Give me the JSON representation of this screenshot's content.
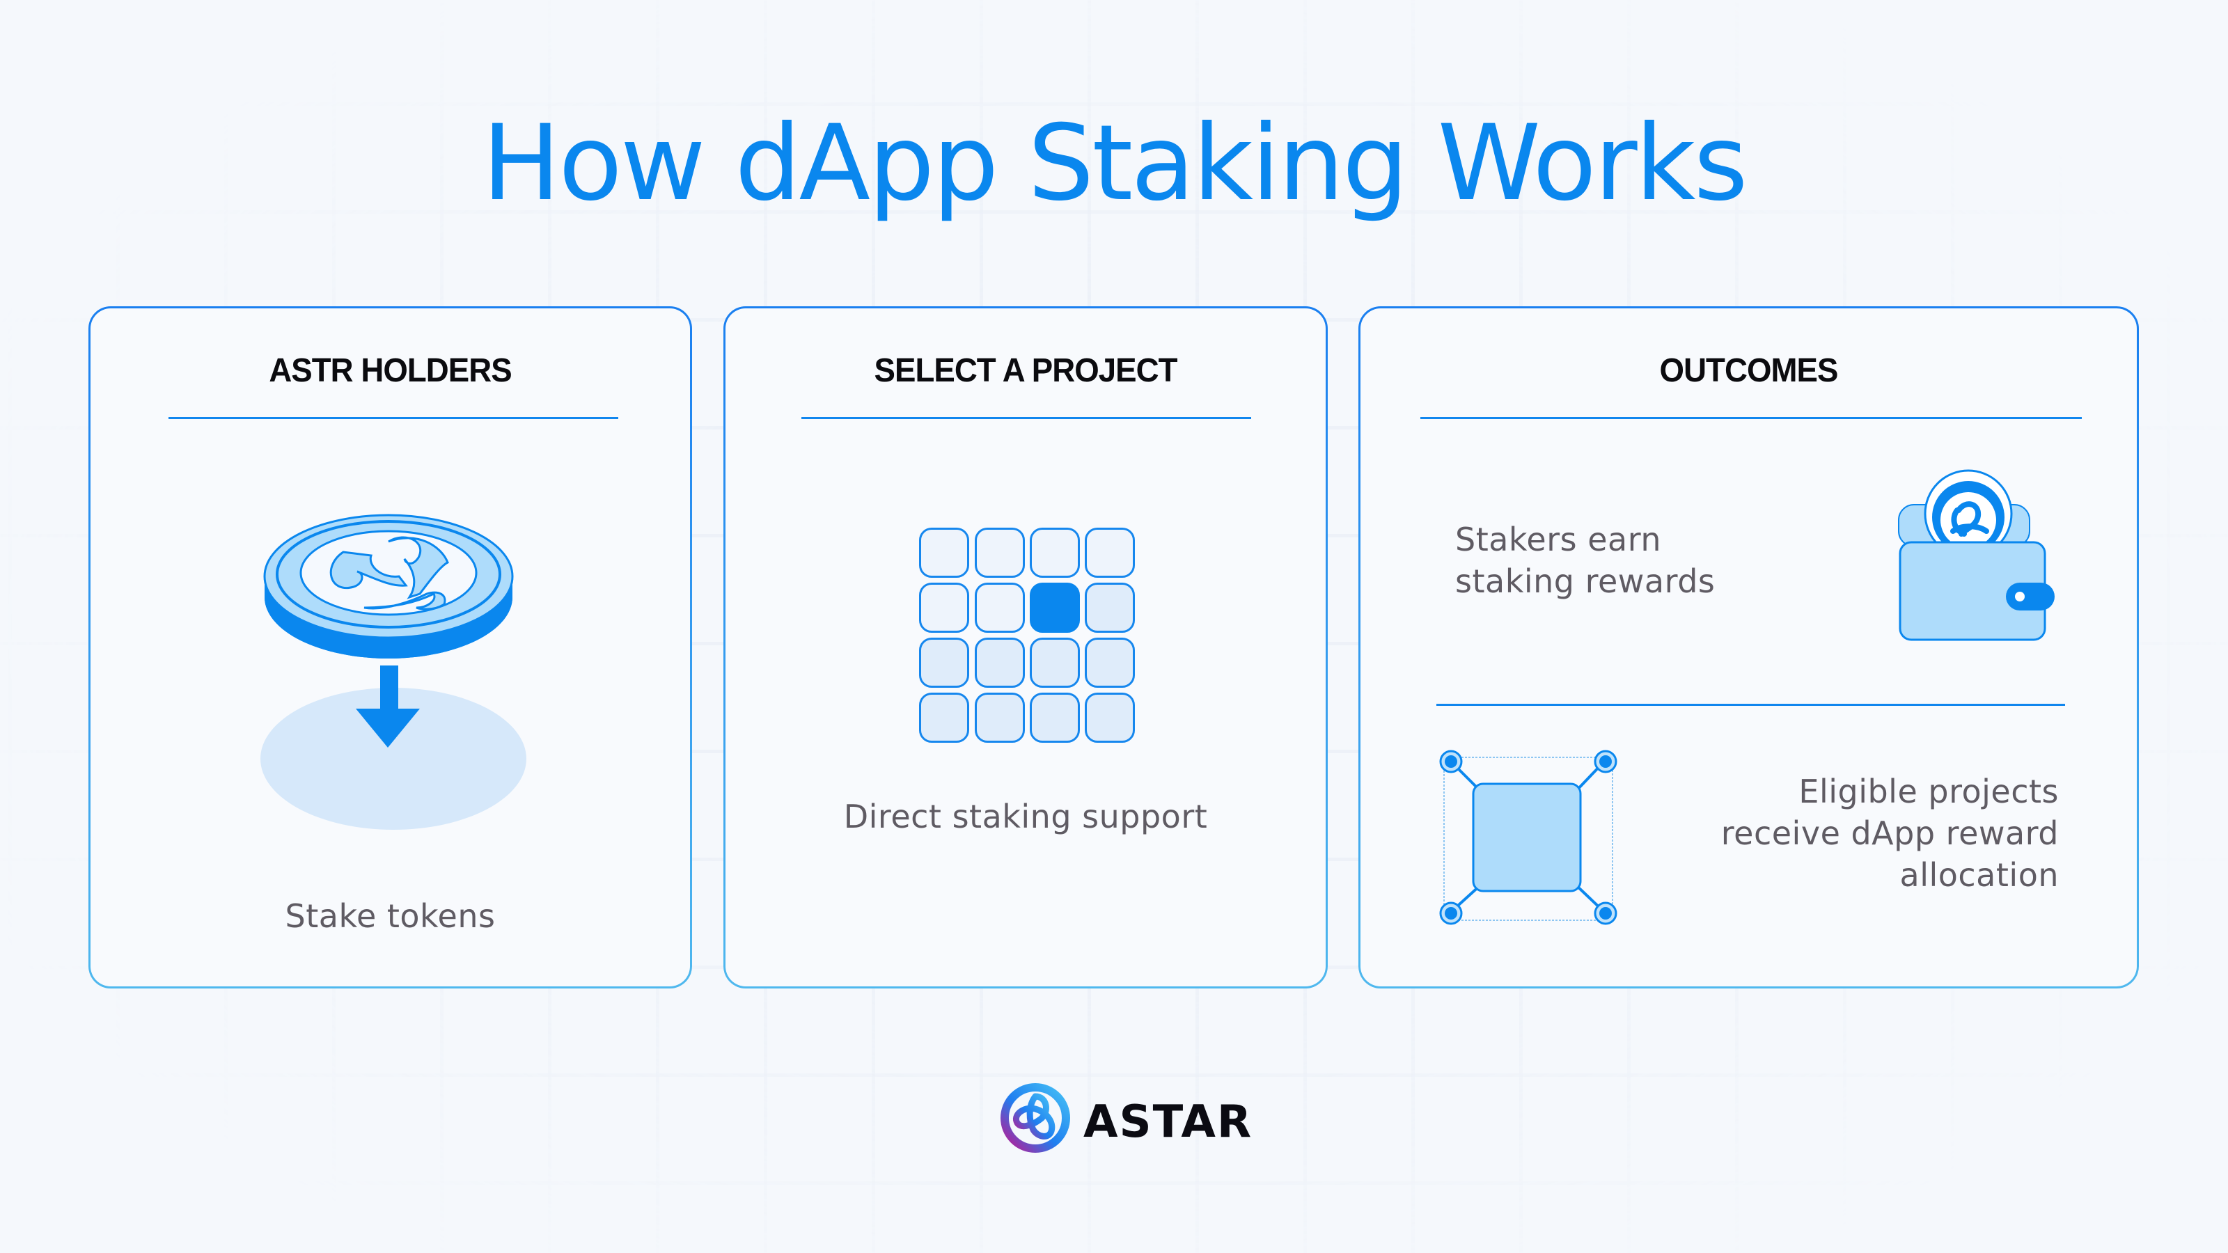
{
  "title": "How dApp Staking Works",
  "colors": {
    "accent": "#0a87ee",
    "accent_light": "#aedcfb",
    "accent_pale": "#dfecfa",
    "background": "#f5f8fc",
    "heading": "#0b0b0f",
    "body_text": "#5f5b63"
  },
  "cards": [
    {
      "heading": "ASTR HOLDERS",
      "icon": "coin-stake-arrow-icon",
      "caption": "Stake tokens"
    },
    {
      "heading": "SELECT A PROJECT",
      "icon": "project-grid-icon",
      "grid": {
        "rows": 4,
        "cols": 4,
        "selected": [
          1,
          2
        ]
      },
      "caption": "Direct staking support"
    },
    {
      "heading": "OUTCOMES",
      "items": [
        {
          "icon": "wallet-coin-icon",
          "text_line1": "Stakers earn",
          "text_line2": "staking rewards"
        },
        {
          "icon": "node-square-icon",
          "text_line1": "Eligible projects",
          "text_line2": "receive dApp reward",
          "text_line3": "allocation"
        }
      ]
    }
  ],
  "footer": {
    "logo_text": "ASTAR",
    "logo_icon": "astar-logo-icon"
  }
}
